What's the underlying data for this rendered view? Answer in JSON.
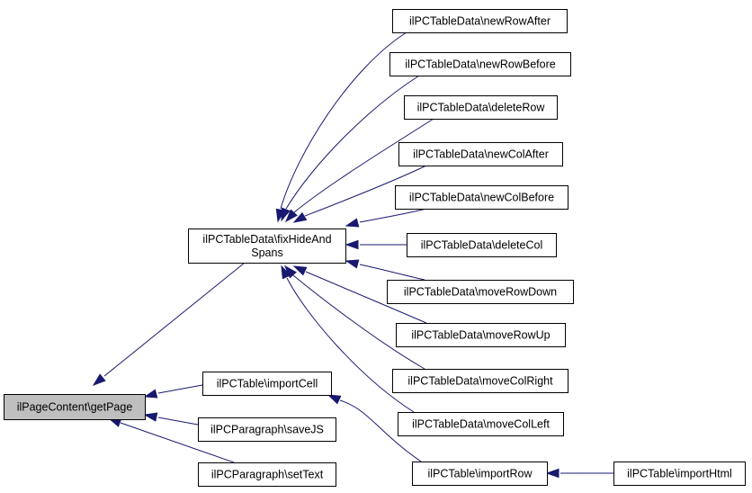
{
  "nodes": [
    {
      "id": "getPage",
      "lines": [
        "ilPageContent\\getPage"
      ],
      "root": true
    },
    {
      "id": "fixHide",
      "lines": [
        "ilPCTableData\\fixHideAnd",
        "Spans"
      ]
    },
    {
      "id": "newRowAfter",
      "lines": [
        "ilPCTableData\\newRowAfter"
      ]
    },
    {
      "id": "newRowBefore",
      "lines": [
        "ilPCTableData\\newRowBefore"
      ]
    },
    {
      "id": "deleteRow",
      "lines": [
        "ilPCTableData\\deleteRow"
      ]
    },
    {
      "id": "newColAfter",
      "lines": [
        "ilPCTableData\\newColAfter"
      ]
    },
    {
      "id": "newColBefore",
      "lines": [
        "ilPCTableData\\newColBefore"
      ]
    },
    {
      "id": "deleteCol",
      "lines": [
        "ilPCTableData\\deleteCol"
      ]
    },
    {
      "id": "moveRowDown",
      "lines": [
        "ilPCTableData\\moveRowDown"
      ]
    },
    {
      "id": "moveRowUp",
      "lines": [
        "ilPCTableData\\moveRowUp"
      ]
    },
    {
      "id": "moveColRight",
      "lines": [
        "ilPCTableData\\moveColRight"
      ]
    },
    {
      "id": "moveColLeft",
      "lines": [
        "ilPCTableData\\moveColLeft"
      ]
    },
    {
      "id": "importCell",
      "lines": [
        "ilPCTable\\importCell"
      ]
    },
    {
      "id": "saveJS",
      "lines": [
        "ilPCParagraph\\saveJS"
      ]
    },
    {
      "id": "setText",
      "lines": [
        "ilPCParagraph\\setText"
      ]
    },
    {
      "id": "importRow",
      "lines": [
        "ilPCTable\\importRow"
      ]
    },
    {
      "id": "importHtml",
      "lines": [
        "ilPCTable\\importHtml"
      ]
    }
  ],
  "edges": [
    {
      "from": "fixHide",
      "to": "getPage"
    },
    {
      "from": "importCell",
      "to": "getPage"
    },
    {
      "from": "saveJS",
      "to": "getPage"
    },
    {
      "from": "setText",
      "to": "getPage"
    },
    {
      "from": "newRowAfter",
      "to": "fixHide"
    },
    {
      "from": "newRowBefore",
      "to": "fixHide"
    },
    {
      "from": "deleteRow",
      "to": "fixHide"
    },
    {
      "from": "newColAfter",
      "to": "fixHide"
    },
    {
      "from": "newColBefore",
      "to": "fixHide"
    },
    {
      "from": "deleteCol",
      "to": "fixHide"
    },
    {
      "from": "moveRowDown",
      "to": "fixHide"
    },
    {
      "from": "moveRowUp",
      "to": "fixHide"
    },
    {
      "from": "moveColRight",
      "to": "fixHide"
    },
    {
      "from": "moveColLeft",
      "to": "fixHide"
    },
    {
      "from": "importRow",
      "to": "importCell"
    },
    {
      "from": "importHtml",
      "to": "importRow"
    }
  ],
  "colors": {
    "edge": "#191970",
    "root_fill": "#bfbfbf",
    "node_fill": "#ffffff"
  }
}
